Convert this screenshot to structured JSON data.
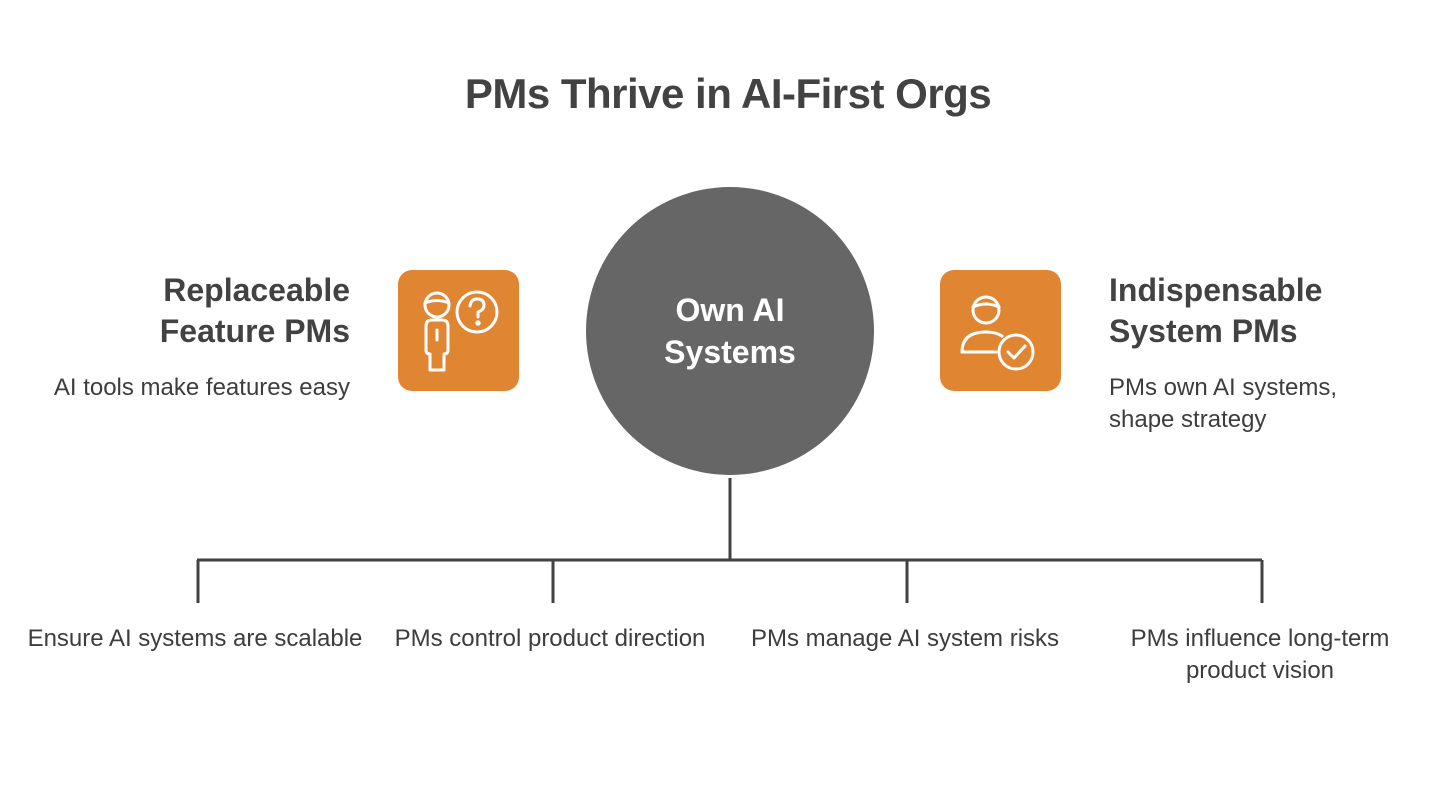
{
  "title": "PMs Thrive in AI-First Orgs",
  "center": {
    "label": "Own AI Systems"
  },
  "left": {
    "heading": "Replaceable Feature PMs",
    "description": "AI tools make features easy",
    "icon": "person-question-icon"
  },
  "right": {
    "heading": "Indispensable System PMs",
    "description": "PMs own AI systems, shape strategy",
    "icon": "person-check-icon"
  },
  "branches": [
    {
      "text": "Ensure AI systems are scalable"
    },
    {
      "text": "PMs control product direction"
    },
    {
      "text": "PMs manage AI system risks"
    },
    {
      "text": "PMs influence long-term product vision"
    }
  ],
  "colors": {
    "accent": "#e08633",
    "circle": "#666666",
    "text": "#3d3d3d",
    "line": "#424242"
  }
}
